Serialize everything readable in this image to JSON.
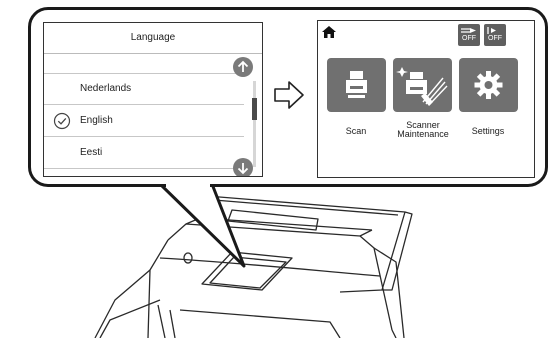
{
  "language_screen": {
    "title": "Language",
    "items": [
      {
        "label": "Nederlands",
        "selected": false
      },
      {
        "label": "English",
        "selected": true
      },
      {
        "label": "Eesti",
        "selected": false
      }
    ],
    "icons": [
      "check-circle-icon",
      "arrow-up-icon",
      "arrow-down-icon"
    ]
  },
  "home_screen": {
    "icons": [
      "home-icon",
      "auto-feed-off-icon",
      "skip-blank-off-icon"
    ],
    "badges": [
      "OFF",
      "OFF"
    ],
    "tiles": [
      {
        "label_lines": [
          "Scan"
        ],
        "icon": "scan-icon"
      },
      {
        "label_lines": [
          "Scanner",
          "Maintenance"
        ],
        "icon": "scanner-maintenance-icon"
      },
      {
        "label_lines": [
          "Settings"
        ],
        "icon": "gear-icon"
      }
    ]
  },
  "transition_icon": "right-arrow-icon",
  "colors": {
    "tile": "#707070",
    "round_button": "#7a7a7a",
    "outline": "#1a1a1a"
  }
}
